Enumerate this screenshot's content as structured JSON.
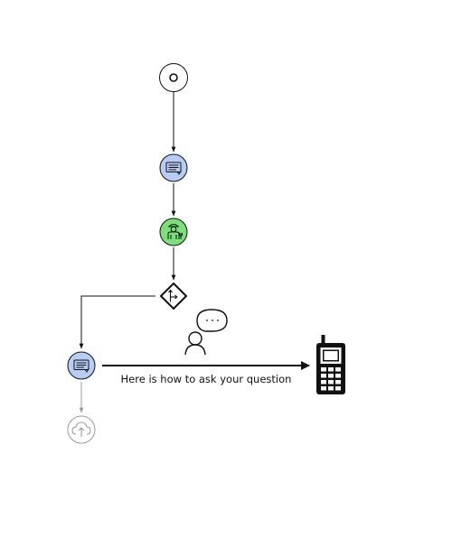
{
  "diagram": {
    "nodes": [
      {
        "id": "start",
        "kind": "start-event",
        "icon": "circle-dot-icon"
      },
      {
        "id": "message-1",
        "kind": "message-node",
        "icon": "message-icon",
        "color": "#b7cdf5"
      },
      {
        "id": "agent",
        "kind": "agent-node",
        "icon": "agent-person-icon",
        "color": "#79e07a"
      },
      {
        "id": "gateway",
        "kind": "branch-gateway",
        "icon": "branch-icon"
      },
      {
        "id": "message-2",
        "kind": "message-node",
        "icon": "message-icon",
        "color": "#b7cdf5"
      },
      {
        "id": "upload",
        "kind": "cloud-upload-node",
        "icon": "cloud-upload-icon",
        "state": "disabled"
      }
    ],
    "participants": [
      {
        "id": "user",
        "icon": "user-speech-icon"
      },
      {
        "id": "phone",
        "icon": "mobile-phone-icon"
      }
    ],
    "message_label": "Here is how to ask your question",
    "colors": {
      "line": "#111111",
      "disabled": "#9a9a9a",
      "message_fill": "#b7cdf5",
      "agent_fill": "#79e07a"
    }
  }
}
